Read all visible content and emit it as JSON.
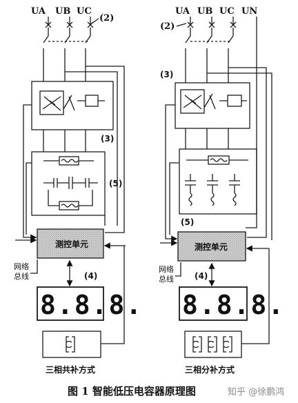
{
  "left": {
    "phase_labels": [
      "UA",
      "UB",
      "UC"
    ],
    "marker_2": "(2)",
    "marker_3": "(3)",
    "marker_5": "(5)",
    "marker_4": "(4)",
    "control_unit": "测控单元",
    "network_label_1": "网络",
    "network_label_2": "总线",
    "display_text": "8.8.8.",
    "mode_caption": "三相共补方式"
  },
  "right": {
    "phase_labels": [
      "UA",
      "UB",
      "UC",
      "UN"
    ],
    "marker_2": "(2)",
    "marker_3": "(3)",
    "marker_5": "(5)",
    "marker_4": "(4)",
    "control_unit": "测控单元",
    "network_label_1": "网络",
    "network_label_2": "总线",
    "display_text": "8.8.8.",
    "mode_caption": "三相分补方式"
  },
  "figure_caption": "图 1   智能低压电容器原理图",
  "watermark": "知乎 @徐鹏鸿"
}
